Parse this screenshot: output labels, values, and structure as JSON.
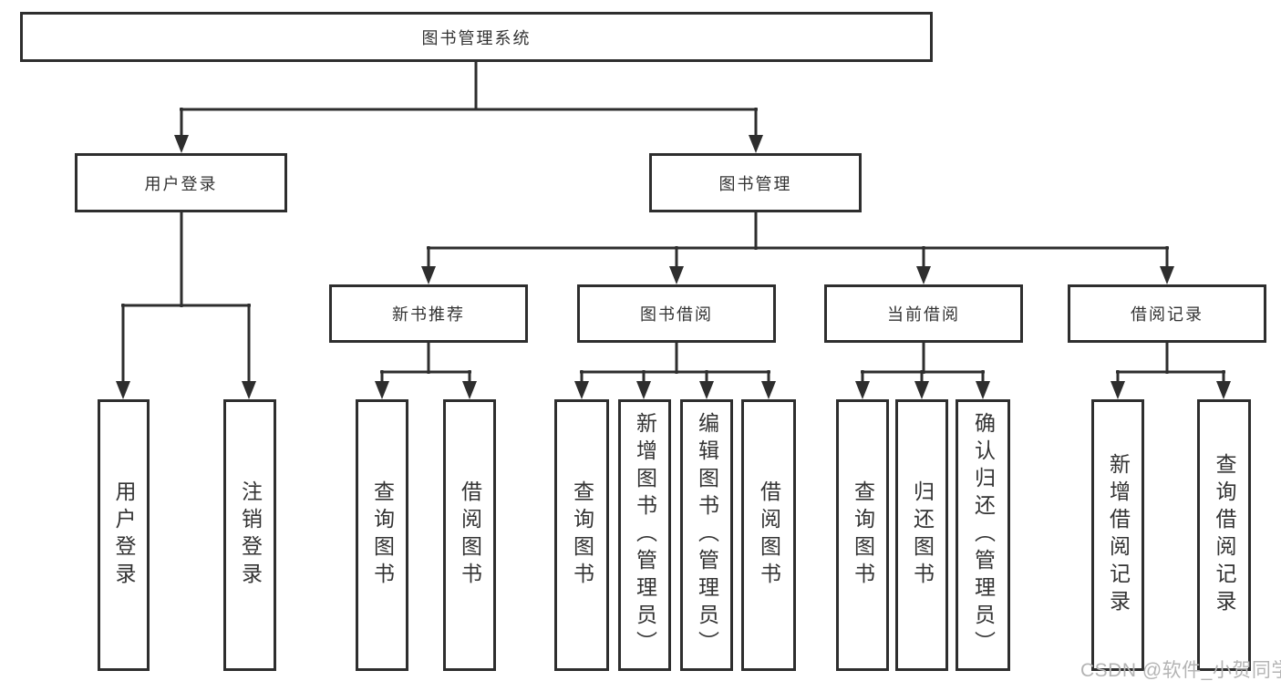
{
  "diagram": {
    "title_node": "图书管理系统",
    "branches": {
      "user_login": {
        "label": "用户登录",
        "children": [
          "用户登录",
          "注销登录"
        ]
      },
      "book_mgmt": {
        "label": "图书管理",
        "sections": {
          "new_book_rec": {
            "label": "新书推荐",
            "children": [
              "查询图书",
              "借阅图书"
            ]
          },
          "book_borrow": {
            "label": "图书借阅",
            "children": [
              "查询图书",
              "新增图书（管理员）",
              "编辑图书（管理员）",
              "借阅图书"
            ]
          },
          "current_borrow": {
            "label": "当前借阅",
            "children": [
              "查询图书",
              "归还图书",
              "确认归还（管理员）"
            ]
          },
          "borrow_records": {
            "label": "借阅记录",
            "children": [
              "新增借阅记录",
              "查询借阅记录"
            ]
          }
        }
      }
    }
  },
  "watermark": {
    "text": "CSDN @软件_小贺同学"
  },
  "colors": {
    "line": "#2e2e2e",
    "box_border": "#2e2e2e",
    "text": "#333333",
    "watermark": "#b4b4b4",
    "background": "#ffffff"
  }
}
